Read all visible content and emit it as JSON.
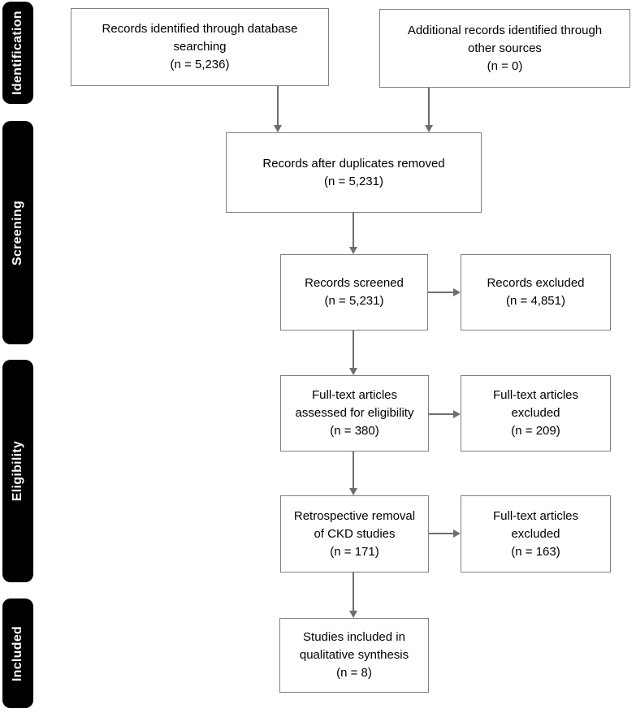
{
  "colors": {
    "box_border": "#808080",
    "box_bg": "#ffffff",
    "arrow": "#6e6e6e",
    "stage_bg": "#000000",
    "stage_text": "#ffffff",
    "text": "#000000",
    "page_bg": "#ffffff"
  },
  "stages": [
    {
      "label": "Identification"
    },
    {
      "label": "Screening"
    },
    {
      "label": "Eligibility"
    },
    {
      "label": "Included"
    }
  ],
  "boxes": {
    "records_identified": {
      "lines": [
        "Records identified through database",
        "searching",
        "(n = 5,236)"
      ],
      "n": 5236
    },
    "additional_records": {
      "lines": [
        "Additional records identified through",
        "other sources",
        "(n = 0)"
      ],
      "n": 0
    },
    "duplicates_removed": {
      "lines": [
        "Records after duplicates removed",
        "(n = 5,231)"
      ],
      "n": 5231
    },
    "records_screened": {
      "lines": [
        "Records screened",
        "(n = 5,231)"
      ],
      "n": 5231
    },
    "records_excluded": {
      "lines": [
        "Records excluded",
        "(n = 4,851)"
      ],
      "n": 4851
    },
    "fulltext_assessed": {
      "lines": [
        "Full-text articles",
        "assessed for eligibility",
        "(n = 380)"
      ],
      "n": 380
    },
    "fulltext_excluded_1": {
      "lines": [
        "Full-text articles",
        "excluded",
        "(n = 209)"
      ],
      "n": 209
    },
    "retrospective_removal": {
      "lines": [
        "Retrospective removal",
        "of CKD studies",
        "(n = 171)"
      ],
      "n": 171
    },
    "fulltext_excluded_2": {
      "lines": [
        "Full-text articles",
        "excluded",
        "(n = 163)"
      ],
      "n": 163
    },
    "studies_included": {
      "lines": [
        "Studies included in",
        "qualitative synthesis",
        "(n = 8)"
      ],
      "n": 8
    }
  }
}
